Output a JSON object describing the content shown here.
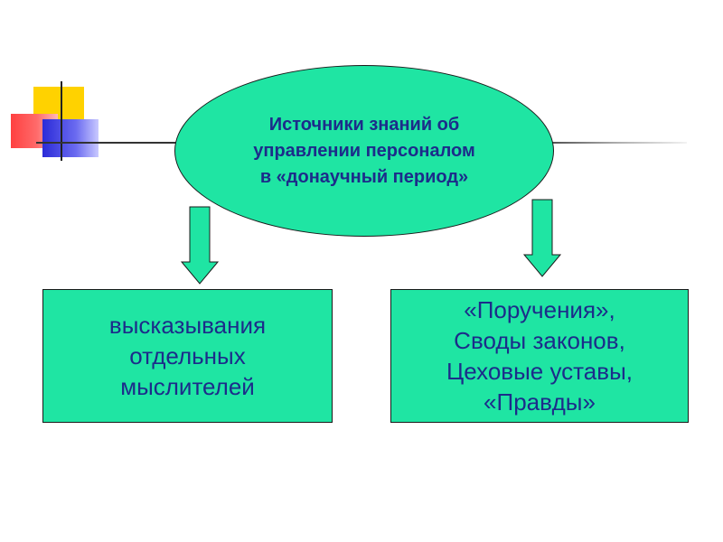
{
  "central": {
    "lines": [
      "Источники знаний об",
      "управлении персоналом",
      "в «донаучный период»"
    ]
  },
  "left_box": {
    "lines": [
      "высказывания",
      "отдельных",
      "мыслителей"
    ]
  },
  "right_box": {
    "lines": [
      "«Поручения»,",
      "Своды законов,",
      "Цеховые уставы,",
      "«Правды»"
    ]
  },
  "colors": {
    "shape_fill": "#1fe5a3",
    "text": "#1c2c8a",
    "deco_yellow": "#ffd200",
    "deco_red": "#ff4040",
    "deco_blue": "#2b2bd8"
  }
}
